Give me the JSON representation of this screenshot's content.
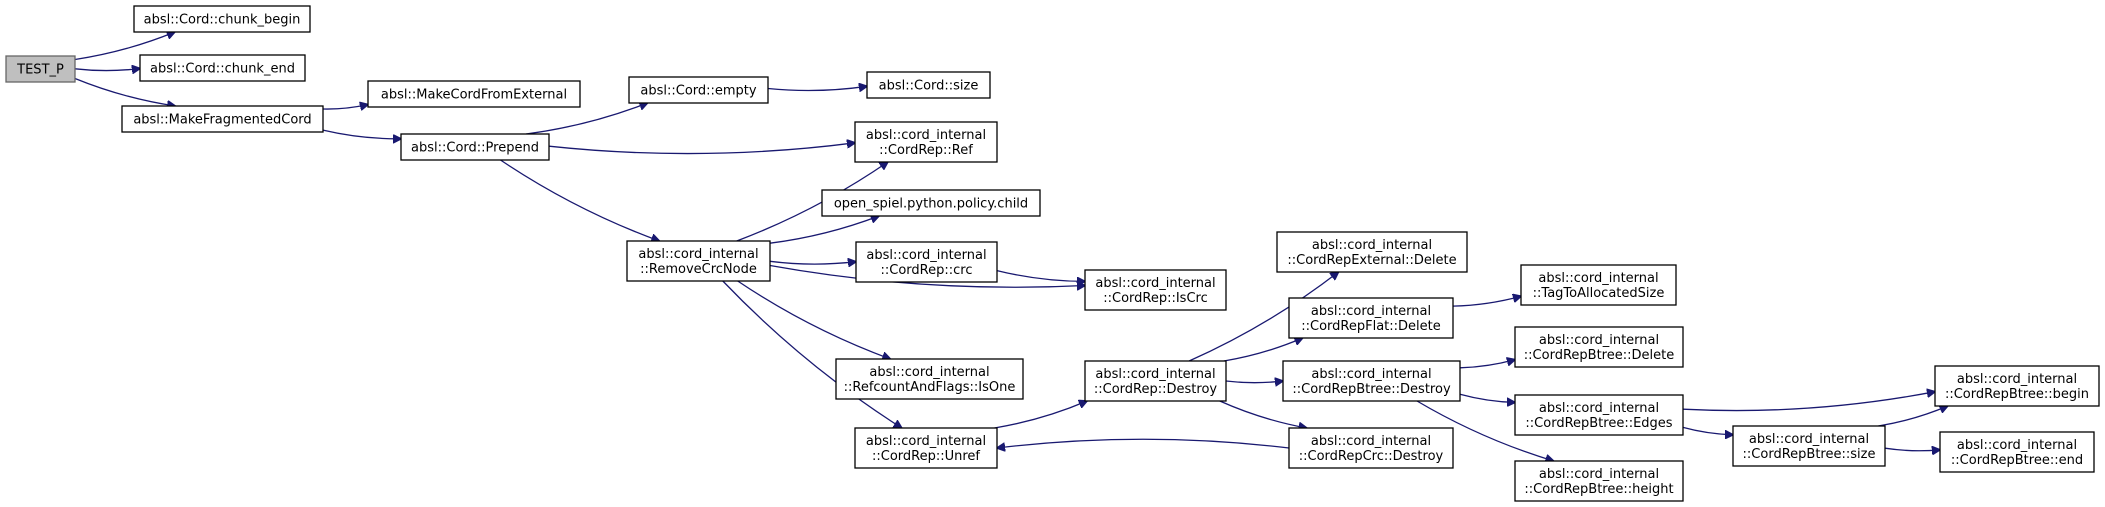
{
  "graph": {
    "nodes": {
      "test_p": {
        "lines": [
          "TEST_P"
        ]
      },
      "chunk_begin": {
        "lines": [
          "absl::Cord::chunk_begin"
        ]
      },
      "chunk_end": {
        "lines": [
          "absl::Cord::chunk_end"
        ]
      },
      "make_fragmented_cord": {
        "lines": [
          "absl::MakeFragmentedCord"
        ]
      },
      "make_cord_from_external": {
        "lines": [
          "absl::MakeCordFromExternal"
        ]
      },
      "cord_empty": {
        "lines": [
          "absl::Cord::empty"
        ]
      },
      "cord_size": {
        "lines": [
          "absl::Cord::size"
        ]
      },
      "cord_prepend": {
        "lines": [
          "absl::Cord::Prepend"
        ]
      },
      "cordrep_ref": {
        "lines": [
          "absl::cord_internal",
          "::CordRep::Ref"
        ]
      },
      "policy_child": {
        "lines": [
          "open_spiel.python.policy.child"
        ]
      },
      "remove_crc_node": {
        "lines": [
          "absl::cord_internal",
          "::RemoveCrcNode"
        ]
      },
      "cordrep_crc": {
        "lines": [
          "absl::cord_internal",
          "::CordRep::crc"
        ]
      },
      "cordrep_iscrc": {
        "lines": [
          "absl::cord_internal",
          "::CordRep::IsCrc"
        ]
      },
      "refcount_isone": {
        "lines": [
          "absl::cord_internal",
          "::RefcountAndFlags::IsOne"
        ]
      },
      "cordrep_unref": {
        "lines": [
          "absl::cord_internal",
          "::CordRep::Unref"
        ]
      },
      "cordrep_destroy": {
        "lines": [
          "absl::cord_internal",
          "::CordRep::Destroy"
        ]
      },
      "external_delete": {
        "lines": [
          "absl::cord_internal",
          "::CordRepExternal::Delete"
        ]
      },
      "flat_delete": {
        "lines": [
          "absl::cord_internal",
          "::CordRepFlat::Delete"
        ]
      },
      "tag_to_allocated_size": {
        "lines": [
          "absl::cord_internal",
          "::TagToAllocatedSize"
        ]
      },
      "btree_destroy": {
        "lines": [
          "absl::cord_internal",
          "::CordRepBtree::Destroy"
        ]
      },
      "crc_destroy": {
        "lines": [
          "absl::cord_internal",
          "::CordRepCrc::Destroy"
        ]
      },
      "btree_delete": {
        "lines": [
          "absl::cord_internal",
          "::CordRepBtree::Delete"
        ]
      },
      "btree_edges": {
        "lines": [
          "absl::cord_internal",
          "::CordRepBtree::Edges"
        ]
      },
      "btree_height": {
        "lines": [
          "absl::cord_internal",
          "::CordRepBtree::height"
        ]
      },
      "btree_size": {
        "lines": [
          "absl::cord_internal",
          "::CordRepBtree::size"
        ]
      },
      "btree_begin": {
        "lines": [
          "absl::cord_internal",
          "::CordRepBtree::begin"
        ]
      },
      "btree_end": {
        "lines": [
          "absl::cord_internal",
          "::CordRepBtree::end"
        ]
      }
    },
    "edges": [
      [
        "test_p",
        "chunk_begin"
      ],
      [
        "test_p",
        "chunk_end"
      ],
      [
        "test_p",
        "make_fragmented_cord"
      ],
      [
        "make_fragmented_cord",
        "make_cord_from_external"
      ],
      [
        "make_fragmented_cord",
        "cord_prepend"
      ],
      [
        "cord_prepend",
        "cord_empty"
      ],
      [
        "cord_empty",
        "cord_size"
      ],
      [
        "cord_prepend",
        "cordrep_ref"
      ],
      [
        "cord_prepend",
        "remove_crc_node"
      ],
      [
        "remove_crc_node",
        "cordrep_ref"
      ],
      [
        "remove_crc_node",
        "policy_child"
      ],
      [
        "remove_crc_node",
        "cordrep_crc"
      ],
      [
        "remove_crc_node",
        "cordrep_iscrc"
      ],
      [
        "cordrep_crc",
        "cordrep_iscrc"
      ],
      [
        "remove_crc_node",
        "refcount_isone"
      ],
      [
        "remove_crc_node",
        "cordrep_unref"
      ],
      [
        "cordrep_unref",
        "cordrep_destroy"
      ],
      [
        "cordrep_destroy",
        "external_delete"
      ],
      [
        "cordrep_destroy",
        "flat_delete"
      ],
      [
        "cordrep_destroy",
        "btree_destroy"
      ],
      [
        "cordrep_destroy",
        "crc_destroy"
      ],
      [
        "flat_delete",
        "tag_to_allocated_size"
      ],
      [
        "btree_destroy",
        "btree_delete"
      ],
      [
        "btree_destroy",
        "btree_edges"
      ],
      [
        "btree_destroy",
        "btree_height"
      ],
      [
        "btree_edges",
        "btree_begin"
      ],
      [
        "btree_edges",
        "btree_size"
      ],
      [
        "btree_size",
        "btree_begin"
      ],
      [
        "btree_size",
        "btree_end"
      ],
      [
        "crc_destroy",
        "cordrep_unref"
      ]
    ]
  }
}
